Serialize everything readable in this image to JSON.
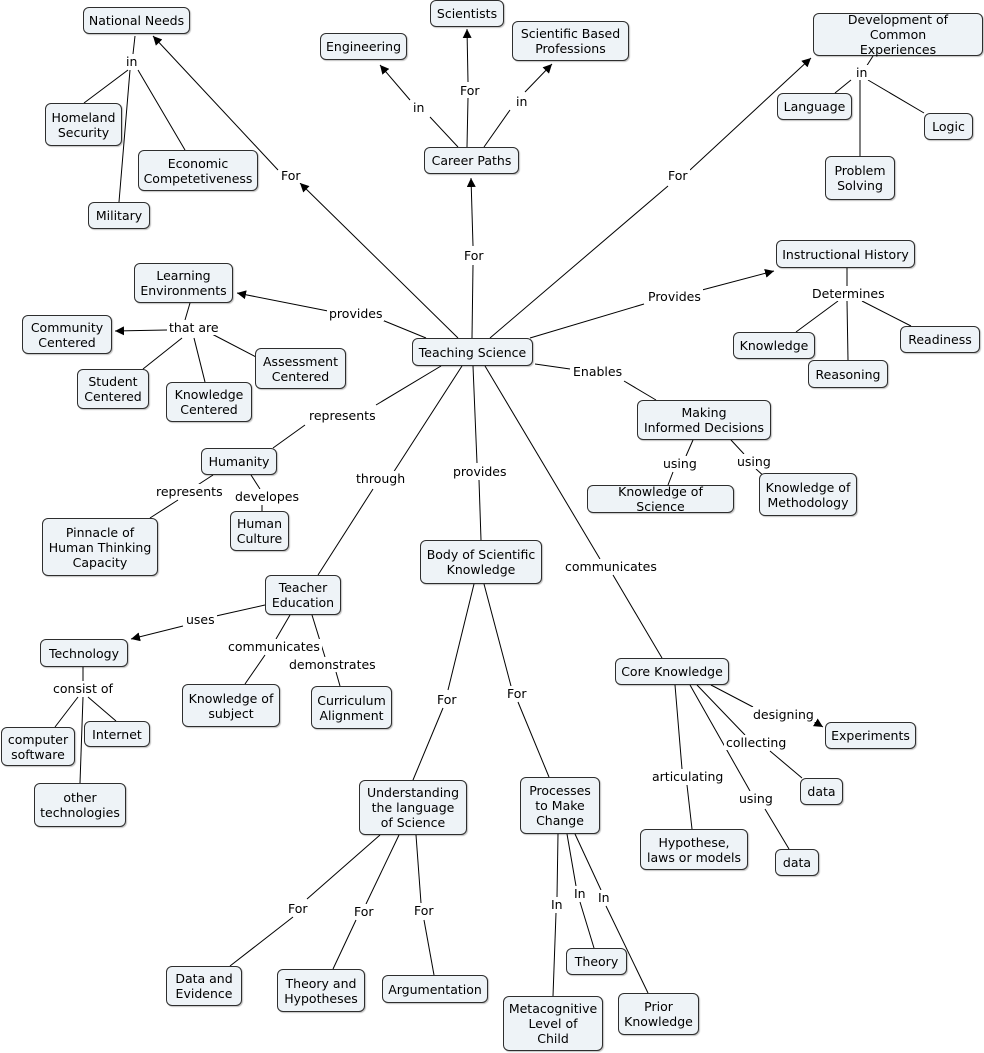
{
  "diagram": {
    "nodes": {
      "teaching_science": "Teaching Science",
      "national_needs": "National Needs",
      "homeland_security": "Homeland\nSecurity",
      "economic_competetiveness": "Economic\nCompetetiveness",
      "military": "Military",
      "career_paths": "Career Paths",
      "engineering": "Engineering",
      "scientists": "Scientists",
      "scientific_based_professions": "Scientific Based\nProfessions",
      "common_experiences": "Development of Common\nExperiences",
      "language": "Language",
      "logic": "Logic",
      "problem_solving": "Problem\nSolving",
      "learning_environments": "Learning\nEnvironments",
      "community_centered": "Community\nCentered",
      "student_centered": "Student\nCentered",
      "knowledge_centered": "Knowledge\nCentered",
      "assessment_centered": "Assessment\nCentered",
      "instructional_history": "Instructional History",
      "knowledge": "Knowledge",
      "reasoning": "Reasoning",
      "readiness": "Readiness",
      "making_decisions": "Making\nInformed Decisions",
      "knowledge_of_science": "Knowledge of Science",
      "knowledge_of_methodology": "Knowledge of\nMethodology",
      "humanity": "Humanity",
      "pinnacle": "Pinnacle of\nHuman Thinking\nCapacity",
      "human_culture": "Human\nCulture",
      "teacher_education": "Teacher\nEducation",
      "technology": "Technology",
      "computer_software": "computer\nsoftware",
      "internet": "Internet",
      "other_technologies": "other\ntechnologies",
      "knowledge_of_subject": "Knowledge of\nsubject",
      "curriculum_alignment": "Curriculum\nAlignment",
      "body_of_knowledge": "Body of Scientific\nKnowledge",
      "understanding_language": "Understanding\nthe language\nof Science",
      "processes_change": "Processes\nto Make\nChange",
      "data_and_evidence": "Data and\nEvidence",
      "theory_and_hypotheses": "Theory and\nHypotheses",
      "argumentation": "Argumentation",
      "metacognitive": "Metacognitive\nLevel of\nChild",
      "theory": "Theory",
      "prior_knowledge": "Prior\nKnowledge",
      "core_knowledge": "Core Knowledge",
      "experiments": "Experiments",
      "data_1": "data",
      "data_2": "data",
      "hypothese": "Hypothese,\nlaws or models"
    },
    "link_labels": {
      "in_national": "in",
      "for_national": "For",
      "for_career": "For",
      "in_engineering": "in",
      "for_scientists": "For",
      "in_professions": "in",
      "for_common": "For",
      "in_common": "in",
      "provides_learning": "provides",
      "that_are": "that are",
      "provides_history": "Provides",
      "determines": "Determines",
      "enables": "Enables",
      "using_1": "using",
      "using_2": "using",
      "represents_1": "represents",
      "represents_2": "represents",
      "developes": "developes",
      "through": "through",
      "uses": "uses",
      "consist_of": "consist of",
      "communicates_1": "communicates",
      "demonstrates": "demonstrates",
      "provides_body": "provides",
      "communicates_2": "communicates",
      "for_understanding": "For",
      "for_processes": "For",
      "for_data_evidence": "For",
      "for_theory_hyp": "For",
      "for_argumentation": "For",
      "in_metacognitive": "In",
      "in_theory": "In",
      "in_prior": "In",
      "designing": "designing",
      "collecting": "collecting",
      "using_3": "using",
      "articulating": "articulating"
    }
  }
}
